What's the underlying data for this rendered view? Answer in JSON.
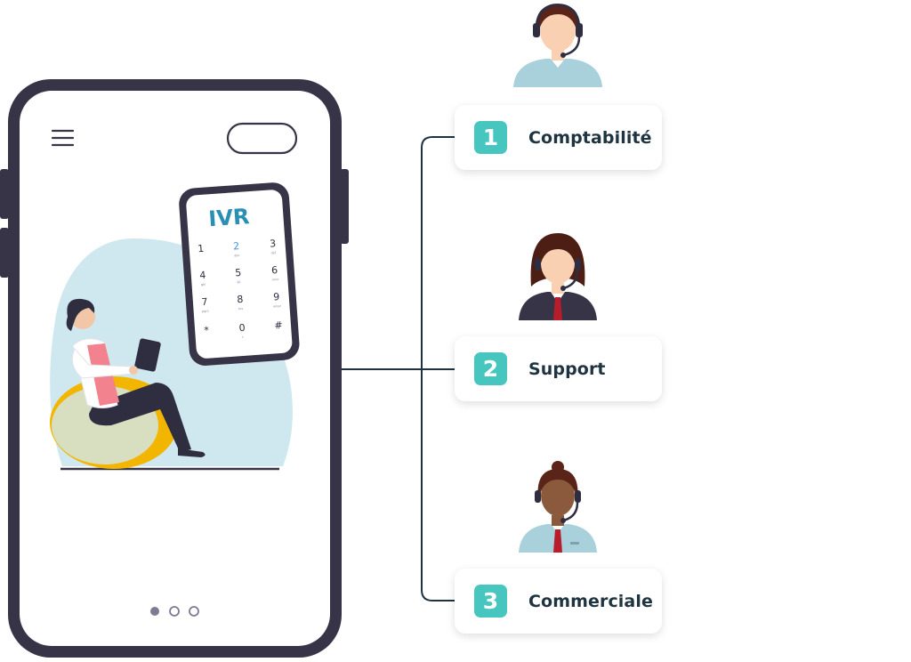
{
  "ivr": {
    "title": "IVR",
    "keys": [
      {
        "digit": "1",
        "letters": ""
      },
      {
        "digit": "2",
        "letters": "abc"
      },
      {
        "digit": "3",
        "letters": "def"
      },
      {
        "digit": "4",
        "letters": "ghi"
      },
      {
        "digit": "5",
        "letters": "jkl"
      },
      {
        "digit": "6",
        "letters": "mno"
      },
      {
        "digit": "7",
        "letters": "pqrs"
      },
      {
        "digit": "8",
        "letters": "tuv"
      },
      {
        "digit": "9",
        "letters": "wxyz"
      },
      {
        "digit": "*",
        "letters": ""
      },
      {
        "digit": "0",
        "letters": "+"
      },
      {
        "digit": "#",
        "letters": ""
      }
    ]
  },
  "options": [
    {
      "number": "1",
      "label": "Comptabilité"
    },
    {
      "number": "2",
      "label": "Support"
    },
    {
      "number": "3",
      "label": "Commerciale"
    }
  ],
  "carousel": {
    "total": 3,
    "active": 1
  },
  "colors": {
    "accent": "#47c6bf",
    "ivr_title": "#2a8fb4",
    "phone_frame": "#373447",
    "line": "#20323f",
    "label_text": "#1f3441"
  }
}
